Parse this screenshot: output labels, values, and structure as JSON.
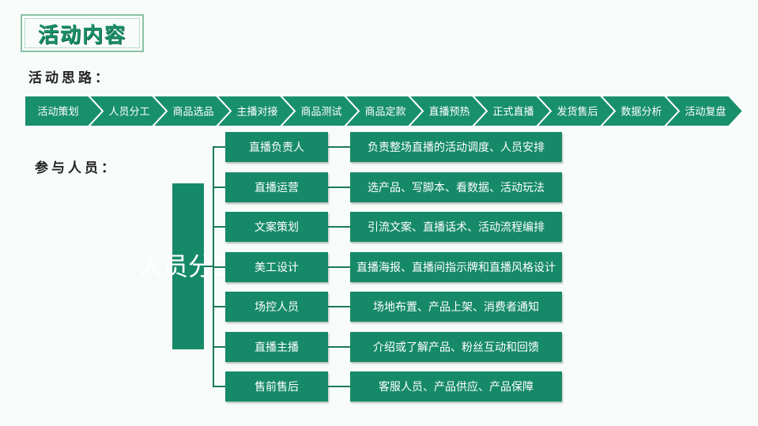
{
  "title": "活动内容",
  "idea_label": "活动思路：",
  "people_label": "参与人员：",
  "steps": [
    "活动策划",
    "人员分工",
    "商品选品",
    "主播对接",
    "商品测试",
    "商品定款",
    "直播预热",
    "正式直播",
    "发货售后",
    "数据分析",
    "活动复盘"
  ],
  "center_label": "人员分工",
  "roles": [
    {
      "name": "直播负责人",
      "duty": "负责整场直播的活动调度、人员安排"
    },
    {
      "name": "直播运营",
      "duty": "选产品、写脚本、看数据、活动玩法"
    },
    {
      "name": "文案策划",
      "duty": "引流文案、直播话术、活动流程编排"
    },
    {
      "name": "美工设计",
      "duty": "直播海报、直播间指示牌和直播风格设计"
    },
    {
      "name": "场控人员",
      "duty": "场地布置、产品上架、消费者通知"
    },
    {
      "name": "直播主播",
      "duty": "介绍或了解产品、粉丝互动和回馈"
    },
    {
      "name": "售前售后",
      "duty": "客服人员、产品供应、产品保障"
    }
  ],
  "colors": {
    "primary": "#168a68",
    "arrow": "#18906c",
    "border": "#ffffff"
  }
}
